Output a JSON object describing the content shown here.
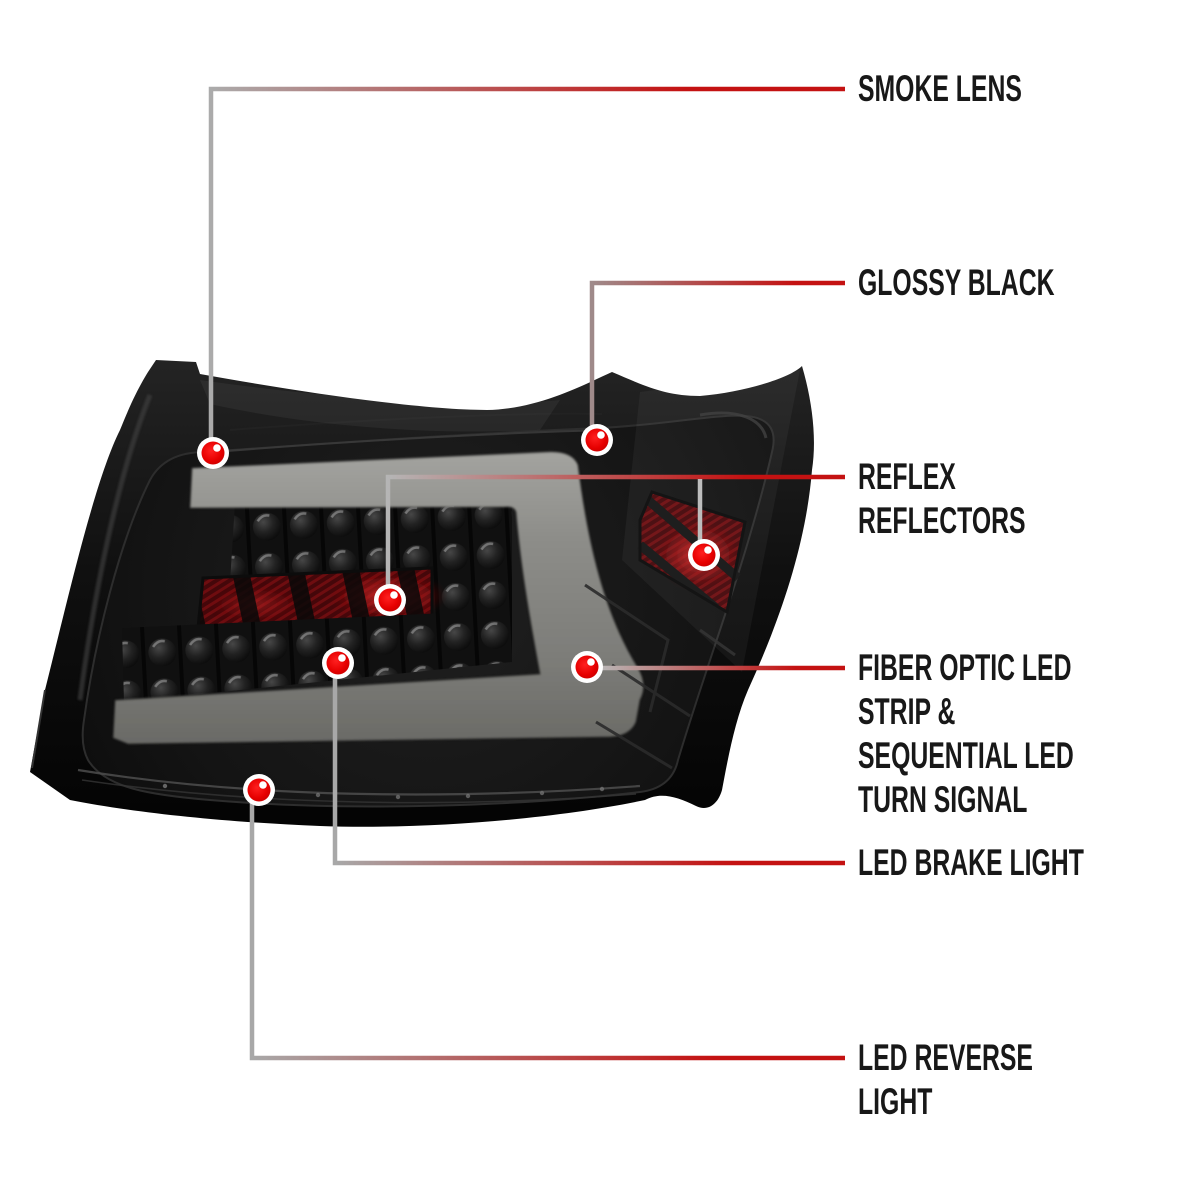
{
  "figure": {
    "type": "product-callout-diagram",
    "subject": "smoked LED tail light assembly"
  },
  "colors": {
    "background": "#ffffff",
    "accent_red": "#c81212",
    "dot_red": "#e60000",
    "line_gray": "#9a9a9a",
    "label_text": "#181818",
    "lamp_black": "#0a0a0a",
    "light_bar_gray": "#8d8d89",
    "reflector_red": "#6e0d10"
  },
  "callouts": [
    {
      "id": "smoke-lens",
      "label": "SMOKE LENS"
    },
    {
      "id": "glossy-black",
      "label": "GLOSSY BLACK"
    },
    {
      "id": "reflex-reflectors",
      "label": "REFLEX REFLECTORS"
    },
    {
      "id": "fiber-optic",
      "label": "FIBER OPTIC LED STRIP &\nSEQUENTIAL LED\nTURN SIGNAL"
    },
    {
      "id": "led-brake",
      "label": "LED BRAKE LIGHT"
    },
    {
      "id": "led-reverse",
      "label": "LED REVERSE LIGHT"
    }
  ]
}
